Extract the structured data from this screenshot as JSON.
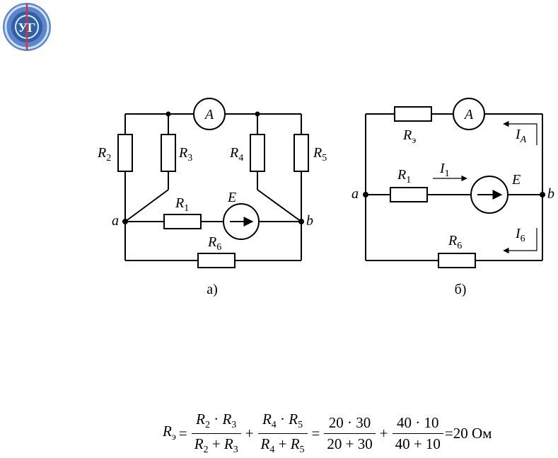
{
  "logo": {
    "text": "УГ"
  },
  "circuit_a": {
    "caption": "а)",
    "node_a": "a",
    "node_b": "b",
    "ammeter": "A",
    "source": "E",
    "resistors": [
      "R2",
      "R3",
      "R4",
      "R5",
      "R1",
      "R6"
    ]
  },
  "circuit_b": {
    "caption": "б)",
    "node_a": "a",
    "node_b": "b",
    "ammeter": "A",
    "source": "E",
    "equivalent_resistor": "Rэ",
    "resistors": [
      "R1",
      "R6"
    ],
    "currents": [
      "IA",
      "I1",
      "I6"
    ]
  },
  "formula": {
    "lhs": "Rэ",
    "equals": "=",
    "frac1_num": "R2 · R3",
    "frac1_den": "R2 + R3",
    "plus": "+",
    "frac2_num": "R4 · R5",
    "frac2_den": "R4 + R5",
    "frac3_num": "20 · 30",
    "frac3_den": "20 + 30",
    "frac4_num": "40 · 10",
    "frac4_den": "40 + 10",
    "result": "=20 Ом"
  }
}
